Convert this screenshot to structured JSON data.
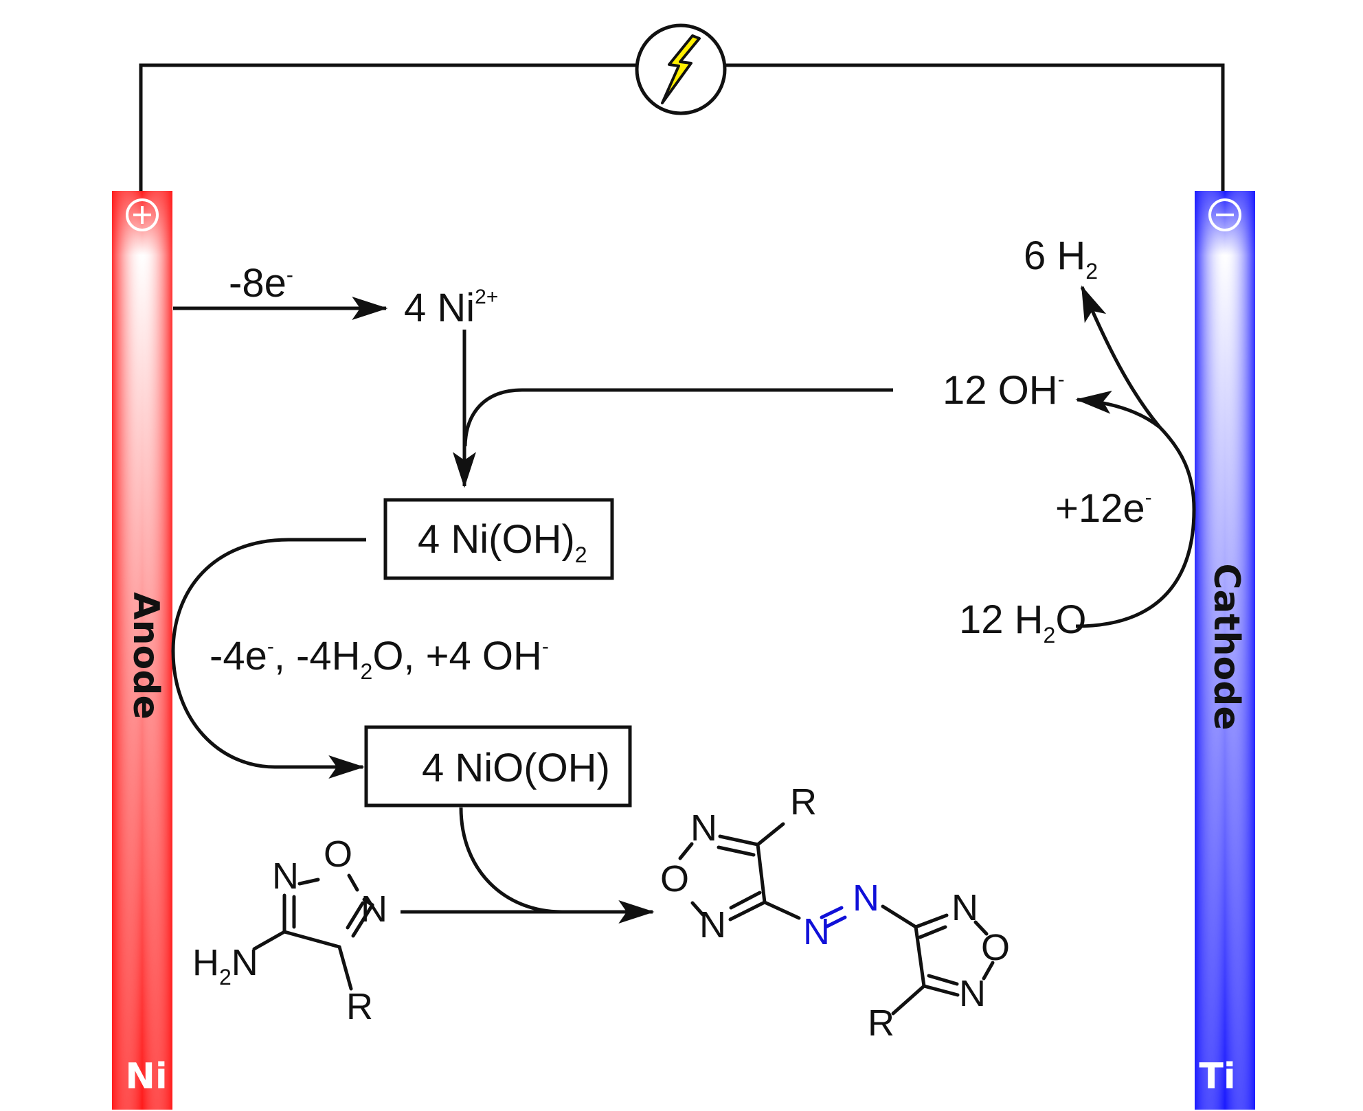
{
  "electrodes": {
    "anode": {
      "label": "Anode",
      "metal": "Ni",
      "sign": "+",
      "color": "#ff1a1a"
    },
    "cathode": {
      "label": "Cathode",
      "metal": "Ti",
      "sign": "−",
      "color": "#1a1aff"
    }
  },
  "power_source": {
    "icon": "lightning-bolt-icon"
  },
  "anode_side": {
    "oxidation": {
      "prefix": "-8e",
      "sup": "-"
    },
    "ni_ion": {
      "text": "4 Ni",
      "sup": "2+"
    },
    "nioh2": {
      "text": "4 Ni(OH)",
      "sub": "2"
    },
    "step": {
      "part1": "-4e",
      "part1_sup": "-",
      "part2a": ",  -4H",
      "part2_sub": "2",
      "part2b": "O,  +4 OH",
      "part2_sup": "-"
    },
    "niooh": {
      "text": "4 NiO(OH)"
    }
  },
  "cathode_side": {
    "h2": {
      "text": "6 H",
      "sub": "2"
    },
    "oh": {
      "text": "12 OH",
      "sup": "-"
    },
    "electrons": {
      "text": "+12e",
      "sup": "-"
    },
    "water": {
      "text": "12 H",
      "sub": "2",
      "tail": "O"
    }
  },
  "reactant": {
    "atoms": {
      "n1": "N",
      "o": "O",
      "n2": "N",
      "nh2_h": "H",
      "nh2_sub": "2",
      "nh2_n": "N",
      "r": "R"
    }
  },
  "product": {
    "ring1": {
      "n_top": "N",
      "o": "O",
      "n_bot": "N",
      "r": "R"
    },
    "azo": {
      "n1": "N",
      "n2": "N"
    },
    "ring2": {
      "n_top": "N",
      "o": "O",
      "n_bot": "N",
      "r": "R"
    }
  }
}
